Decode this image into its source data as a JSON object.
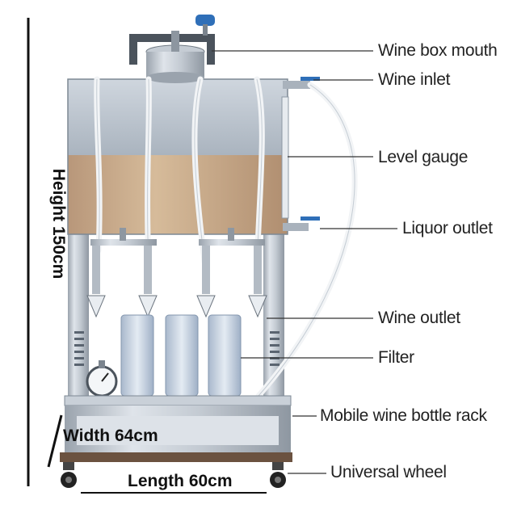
{
  "labels": {
    "wine_box_mouth": "Wine box mouth",
    "wine_inlet": "Wine inlet",
    "level_gauge": "Level gauge",
    "liquor_outlet": "Liquor outlet",
    "wine_outlet": "Wine outlet",
    "filter": "Filter",
    "mobile_rack": "Mobile wine bottle rack",
    "universal_wheel": "Universal wheel"
  },
  "dimensions": {
    "height": "Height 150cm",
    "width": "Width 64cm",
    "length": "Length 60cm"
  },
  "colors": {
    "steel": "#b9c0c8",
    "tank_amber": "#c8ab8a",
    "valve_blue": "#2f6fb8",
    "hose": "#f2f4f6"
  },
  "icons": [
    "pressure-gauge-icon",
    "valve-icon",
    "wheel-icon"
  ]
}
